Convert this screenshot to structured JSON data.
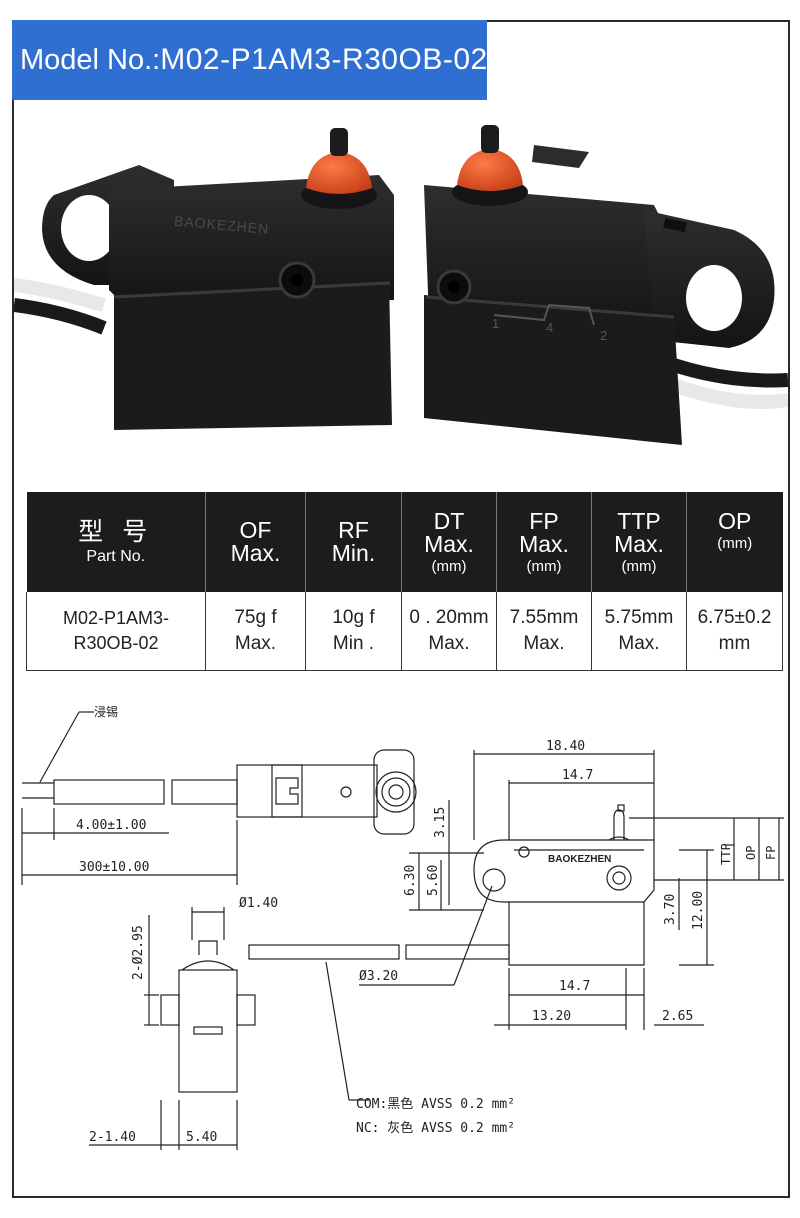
{
  "banner": {
    "prefix": "Model No.:",
    "model": "M02-P1AM3-R30OB-02"
  },
  "product_photo": {
    "left_brand": "BAOKEZHEN",
    "right_terminal_labels": [
      "1",
      "4",
      "2"
    ],
    "colors": {
      "body": "#1d1d1f",
      "actuator": "#e0521f",
      "background": "#ffffff"
    }
  },
  "spec_table": {
    "headers": [
      {
        "main": "型 号",
        "sub": "Part No."
      },
      {
        "main": "OF",
        "sub": "Max."
      },
      {
        "main": "RF",
        "sub": "Min."
      },
      {
        "main": "DT",
        "sub": "Max.",
        "unit": "(mm)"
      },
      {
        "main": "FP",
        "sub": "Max.",
        "unit": "(mm)"
      },
      {
        "main": "TTP",
        "sub": "Max.",
        "unit": "(mm)"
      },
      {
        "main": "OP",
        "unit": "(mm)"
      }
    ],
    "row": [
      [
        "M02-P1AM3-",
        "R30OB-02"
      ],
      [
        "75g f",
        "Max."
      ],
      [
        "10g f",
        "Min ."
      ],
      [
        "0 . 20mm",
        "Max."
      ],
      [
        "7.55mm",
        "Max."
      ],
      [
        "5.75mm",
        "Max."
      ],
      [
        "6.75±0.2",
        "mm"
      ]
    ]
  },
  "drawing": {
    "label_tin": "浸锡",
    "dims": {
      "strip": "4.00±1.00",
      "length": "300±10.00",
      "overall": "18.40",
      "span": "14.7",
      "plunger": "3.15",
      "h1": "6.30",
      "h2": "5.60",
      "h3": "3.70",
      "height": "12.00",
      "bottom": "14.7",
      "base": "13.20",
      "offset": "2.65",
      "hole": "Ø3.20",
      "pin": "Ø1.40",
      "side_d": "2-Ø2.95",
      "side_w": "2-1.40",
      "side_b": "5.40"
    },
    "markers": [
      "TTP",
      "OP",
      "FP"
    ],
    "brand": "BAOKEZHEN",
    "wires": {
      "com": "COM:黑色 AVSS 0.2 mm²",
      "nc": "NC: 灰色 AVSS 0.2 mm²"
    }
  }
}
